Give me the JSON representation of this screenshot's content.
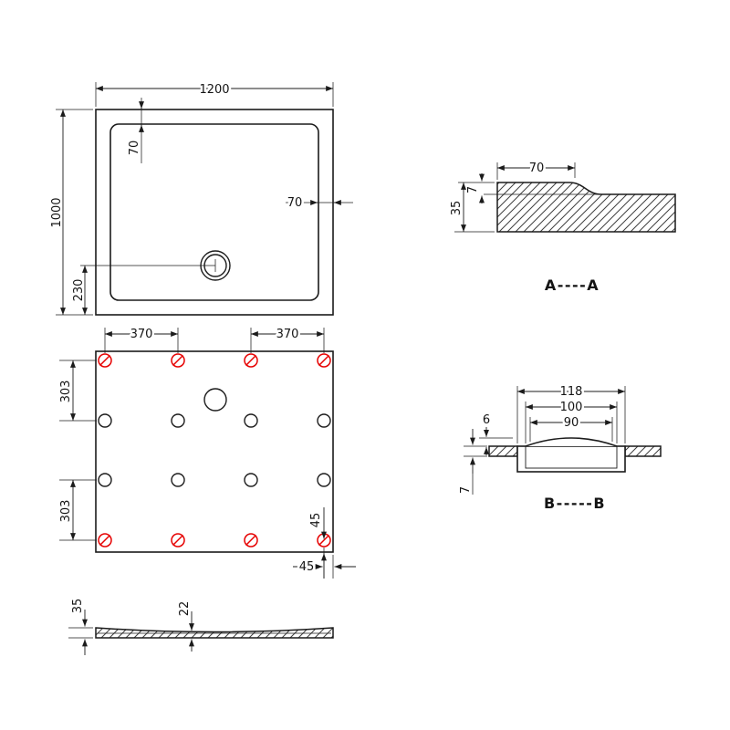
{
  "colors": {
    "line": "#1b1b1b",
    "fixing_hole": "#e60000",
    "background": "#ffffff"
  },
  "plan_view": {
    "dim_width": "1200",
    "dim_height": "1000",
    "dim_top_inset": "70",
    "dim_right_inset": "70",
    "dim_drain_to_bottom": "230"
  },
  "section_a": {
    "label": "A----A",
    "dim_flat_width": "70",
    "dim_step_height": "7",
    "dim_total_height": "35"
  },
  "bottom_view": {
    "dim_hole_pitch_left": "370",
    "dim_hole_pitch_right": "370",
    "dim_row_pitch_upper": "303",
    "dim_row_pitch_lower": "303",
    "dim_edge_offset_vertical": "45",
    "dim_edge_offset_horizontal": "45"
  },
  "section_b": {
    "label": "B-----B",
    "dim_outer_width": "118",
    "dim_mid_width": "100",
    "dim_inner_width": "90",
    "dim_dome_height": "6",
    "dim_floor_thickness": "7"
  },
  "side_view": {
    "dim_edge_height": "35",
    "dim_mid_height": "22"
  }
}
